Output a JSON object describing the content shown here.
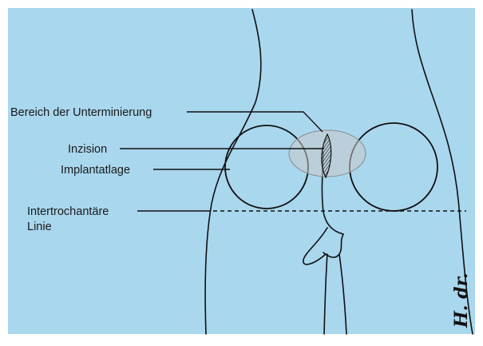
{
  "colors": {
    "background": "#a9d7ee",
    "ink": "#111111",
    "undermining_fill": "#c8c8c8"
  },
  "labels": {
    "undermining": "Bereich der Unterminierung",
    "incision": "Inzision",
    "implant_position": "Implantatlage",
    "intertrochanteric_line_1": "Intertrochantäre",
    "intertrochanteric_line_2": "Linie"
  },
  "signature": "H. dr."
}
